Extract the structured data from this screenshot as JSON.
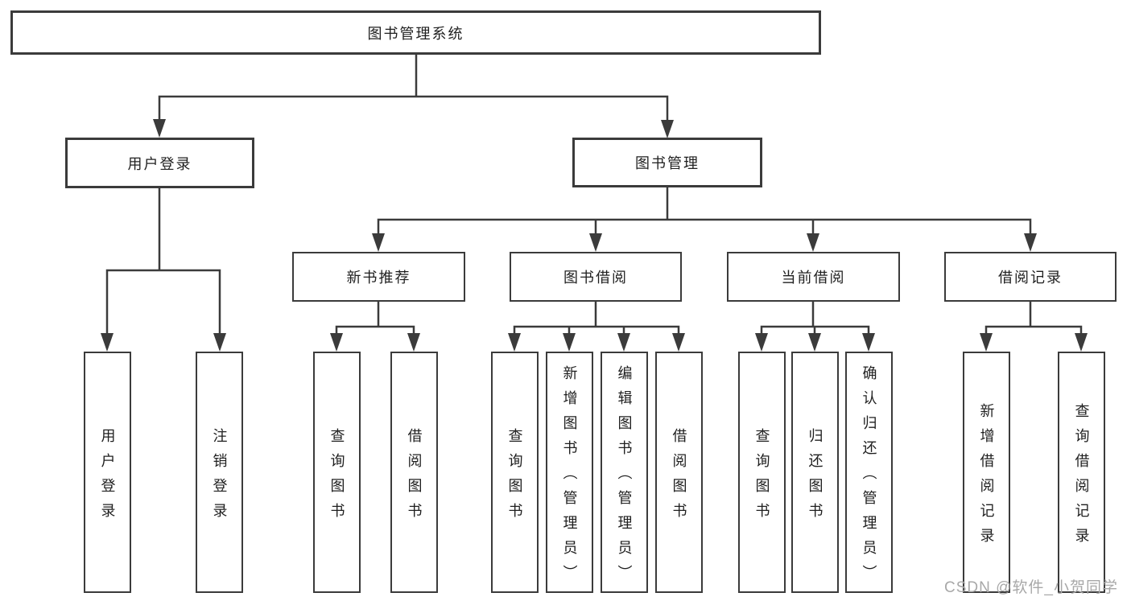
{
  "diagram": {
    "root": {
      "label": "图书管理系统"
    },
    "level2": [
      {
        "label": "用户登录",
        "parent": "图书管理系统"
      },
      {
        "label": "图书管理",
        "parent": "图书管理系统"
      }
    ],
    "level3": [
      {
        "label": "新书推荐",
        "parent": "图书管理"
      },
      {
        "label": "图书借阅",
        "parent": "图书管理"
      },
      {
        "label": "当前借阅",
        "parent": "图书管理"
      },
      {
        "label": "借阅记录",
        "parent": "图书管理"
      }
    ],
    "leaves": [
      {
        "label": "用户登录",
        "parent": "用户登录"
      },
      {
        "label": "注销登录",
        "parent": "用户登录"
      },
      {
        "label": "查询图书",
        "parent": "新书推荐"
      },
      {
        "label": "借阅图书",
        "parent": "新书推荐"
      },
      {
        "label": "查询图书",
        "parent": "图书借阅"
      },
      {
        "label": "新增图书（管理员）",
        "parent": "图书借阅"
      },
      {
        "label": "编辑图书（管理员）",
        "parent": "图书借阅"
      },
      {
        "label": "借阅图书",
        "parent": "图书借阅"
      },
      {
        "label": "查询图书",
        "parent": "当前借阅"
      },
      {
        "label": "归还图书",
        "parent": "当前借阅"
      },
      {
        "label": "确认归还（管理员）",
        "parent": "当前借阅"
      },
      {
        "label": "新增借阅记录",
        "parent": "借阅记录"
      },
      {
        "label": "查询借阅记录",
        "parent": "借阅记录"
      }
    ],
    "line_color": "#3b3b3b"
  },
  "watermark": {
    "text": "CSDN @软件_小贺同学"
  }
}
